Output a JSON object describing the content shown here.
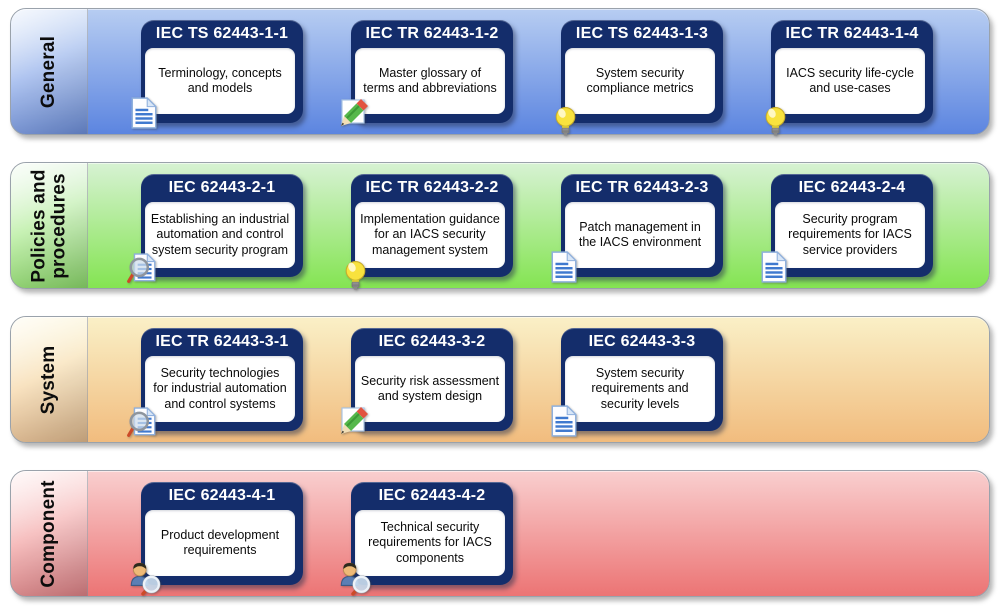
{
  "diagram": {
    "card_header_color": "#142d6b",
    "rows": [
      {
        "label": "General",
        "colors": {
          "top": "#b7cdf2",
          "bottom": "#5c85e0"
        },
        "cards": [
          {
            "code": "IEC TS 62443-1-1",
            "title": "Terminology, concepts\nand models",
            "icon": "document-icon"
          },
          {
            "code": "IEC TR 62443-1-2",
            "title": "Master glossary of\nterms and abbreviations",
            "icon": "pencil-icon"
          },
          {
            "code": "IEC TS 62443-1-3",
            "title": "System security\ncompliance metrics",
            "icon": "lightbulb-icon"
          },
          {
            "code": "IEC TR 62443-1-4",
            "title": "IACS security life-cycle\nand use-cases",
            "icon": "lightbulb-icon"
          }
        ]
      },
      {
        "label": "Policies and\nprocedures",
        "colors": {
          "top": "#d7f2d3",
          "bottom": "#84e452"
        },
        "cards": [
          {
            "code": "IEC 62443-2-1",
            "title": "Establishing an industrial\nautomation and control\nsystem security program",
            "icon": "search-document-icon"
          },
          {
            "code": "IEC TR 62443-2-2",
            "title": "Implementation guidance\nfor an IACS security\nmanagement system",
            "icon": "lightbulb-icon"
          },
          {
            "code": "IEC TR 62443-2-3",
            "title": "Patch management in\nthe IACS environment",
            "icon": "document-icon"
          },
          {
            "code": "IEC 62443-2-4",
            "title": "Security program\nrequirements for IACS\nservice providers",
            "icon": "document-icon"
          }
        ]
      },
      {
        "label": "System",
        "colors": {
          "top": "#faf0c7",
          "bottom": "#f1bc7e"
        },
        "cards": [
          {
            "code": "IEC TR 62443-3-1",
            "title": "Security technologies\nfor industrial automation\nand control systems",
            "icon": "search-document-icon"
          },
          {
            "code": "IEC 62443-3-2",
            "title": "Security risk assessment\nand system design",
            "icon": "pencil-icon"
          },
          {
            "code": "IEC 62443-3-3",
            "title": "System security\nrequirements and\nsecurity levels",
            "icon": "document-icon"
          }
        ]
      },
      {
        "label": "Component",
        "colors": {
          "top": "#f9cfcf",
          "bottom": "#ec7474"
        },
        "cards": [
          {
            "code": "IEC 62443-4-1",
            "title": "Product development\nrequirements",
            "icon": "person-search-icon"
          },
          {
            "code": "IEC 62443-4-2",
            "title": "Technical security\nrequirements for IACS\ncomponents",
            "icon": "person-search-icon"
          }
        ]
      }
    ]
  }
}
